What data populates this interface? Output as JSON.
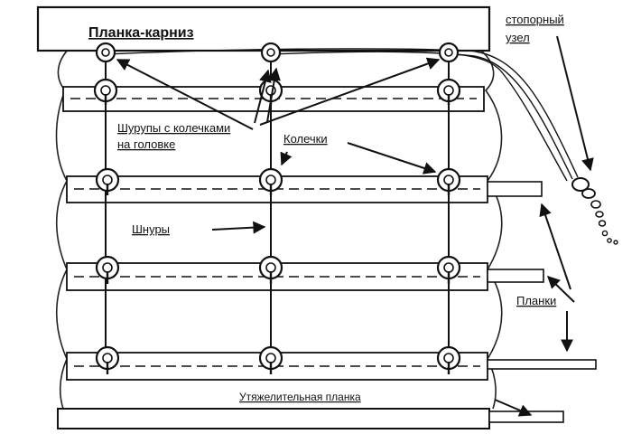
{
  "labels": {
    "cornice": "Планка-карниз",
    "stopper_line1": "стопорный",
    "stopper_line2": "узел",
    "screws_line1": "Шурупы с колечками",
    "screws_line2": "на головке",
    "rings": "Колечки",
    "cords": "Шнуры",
    "slats": "Планки",
    "weight_bar": "Утяжелительная планка"
  }
}
